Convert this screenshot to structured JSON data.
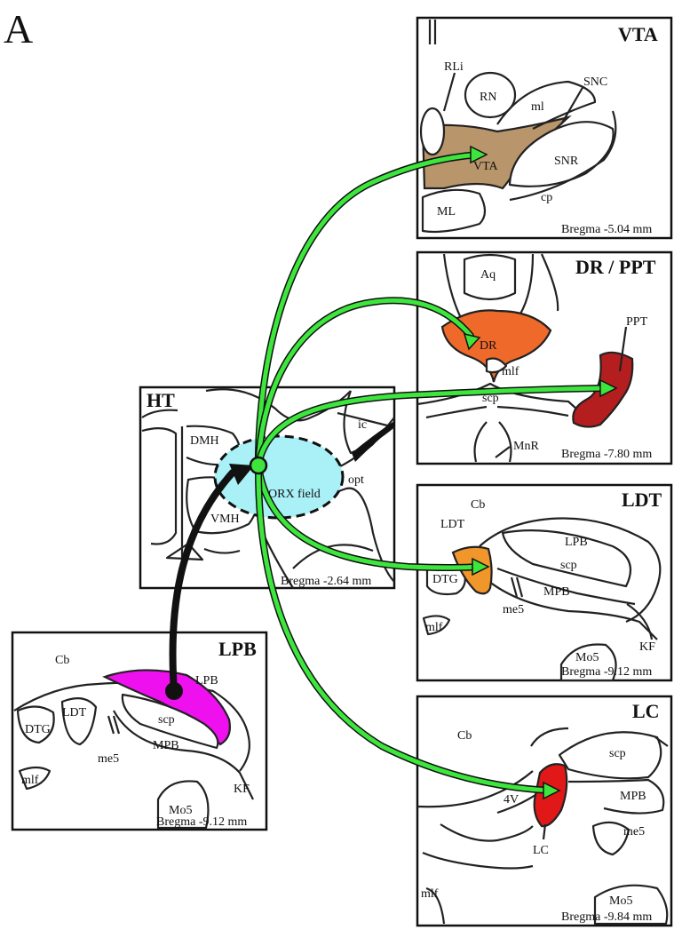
{
  "figure_label": "A",
  "colors": {
    "projection_green": "#3ce63c",
    "input_black": "#111111",
    "vta_fill": "#b8956a",
    "dr_fill": "#ef6a2a",
    "ppt_fill": "#b41e1e",
    "ldt_fill": "#f0962a",
    "lc_fill": "#e01818",
    "lpb_fill": "#ee10ee",
    "orx_field_fill": "#a9f0f7"
  },
  "panels": {
    "vta": {
      "title": "VTA",
      "bregma": "Bregma -5.04 mm",
      "labels": {
        "rli": "RLi",
        "rn": "RN",
        "snc": "SNC",
        "ml": "ml",
        "vta": "VTA",
        "snr": "SNR",
        "cp": "cp",
        "ML": "ML"
      }
    },
    "dr_ppt": {
      "title": "DR / PPT",
      "bregma": "Bregma -7.80 mm",
      "labels": {
        "aq": "Aq",
        "dr": "DR",
        "mlf": "mlf",
        "scp": "scp",
        "ppt": "PPT",
        "mnr": "MnR"
      }
    },
    "ht": {
      "title": "HT",
      "bregma": "Bregma -2.64 mm",
      "labels": {
        "dmh": "DMH",
        "vmh": "VMH",
        "ic": "ic",
        "opt": "opt",
        "orx": "ORX field"
      }
    },
    "ldt": {
      "title": "LDT",
      "bregma": "Bregma -9.12 mm",
      "labels": {
        "cb": "Cb",
        "ldt": "LDT",
        "lpb": "LPB",
        "scp": "scp",
        "dtg": "DTG",
        "mpb": "MPB",
        "me5": "me5",
        "mlf": "mlf",
        "kf": "KF",
        "mo5": "Mo5"
      }
    },
    "lpb": {
      "title": "LPB",
      "bregma": "Bregma -9.12 mm",
      "labels": {
        "cb": "Cb",
        "lpb": "LPB",
        "dtg": "DTG",
        "ldt": "LDT",
        "scp": "scp",
        "mpb": "MPB",
        "me5": "me5",
        "mlf": "mlf",
        "kf": "KF",
        "mo5": "Mo5"
      }
    },
    "lc": {
      "title": "LC",
      "bregma": "Bregma -9.84 mm",
      "labels": {
        "cb": "Cb",
        "scp": "scp",
        "v4": "4V",
        "mpb": "MPB",
        "me5": "me5",
        "lc": "LC",
        "mlf": "mlf",
        "mo5": "Mo5"
      }
    }
  }
}
